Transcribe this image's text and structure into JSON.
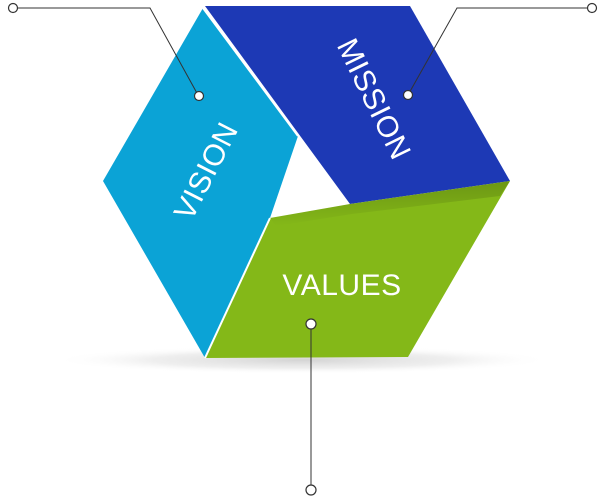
{
  "segments": [
    {
      "id": "vision",
      "label": "VISION",
      "color": "#0ba3d6",
      "edge_color": "#27b2e0"
    },
    {
      "id": "mission",
      "label": "MISSION",
      "color": "#1d39b5",
      "edge_color": "#2f4bc5"
    },
    {
      "id": "values",
      "label": "VALUES",
      "color": "#84b818",
      "edge_color": "#9bcb2f"
    }
  ],
  "colors": {
    "connector": "#333333",
    "label_text": "#ffffff",
    "shadow": "#d6d6d6"
  }
}
